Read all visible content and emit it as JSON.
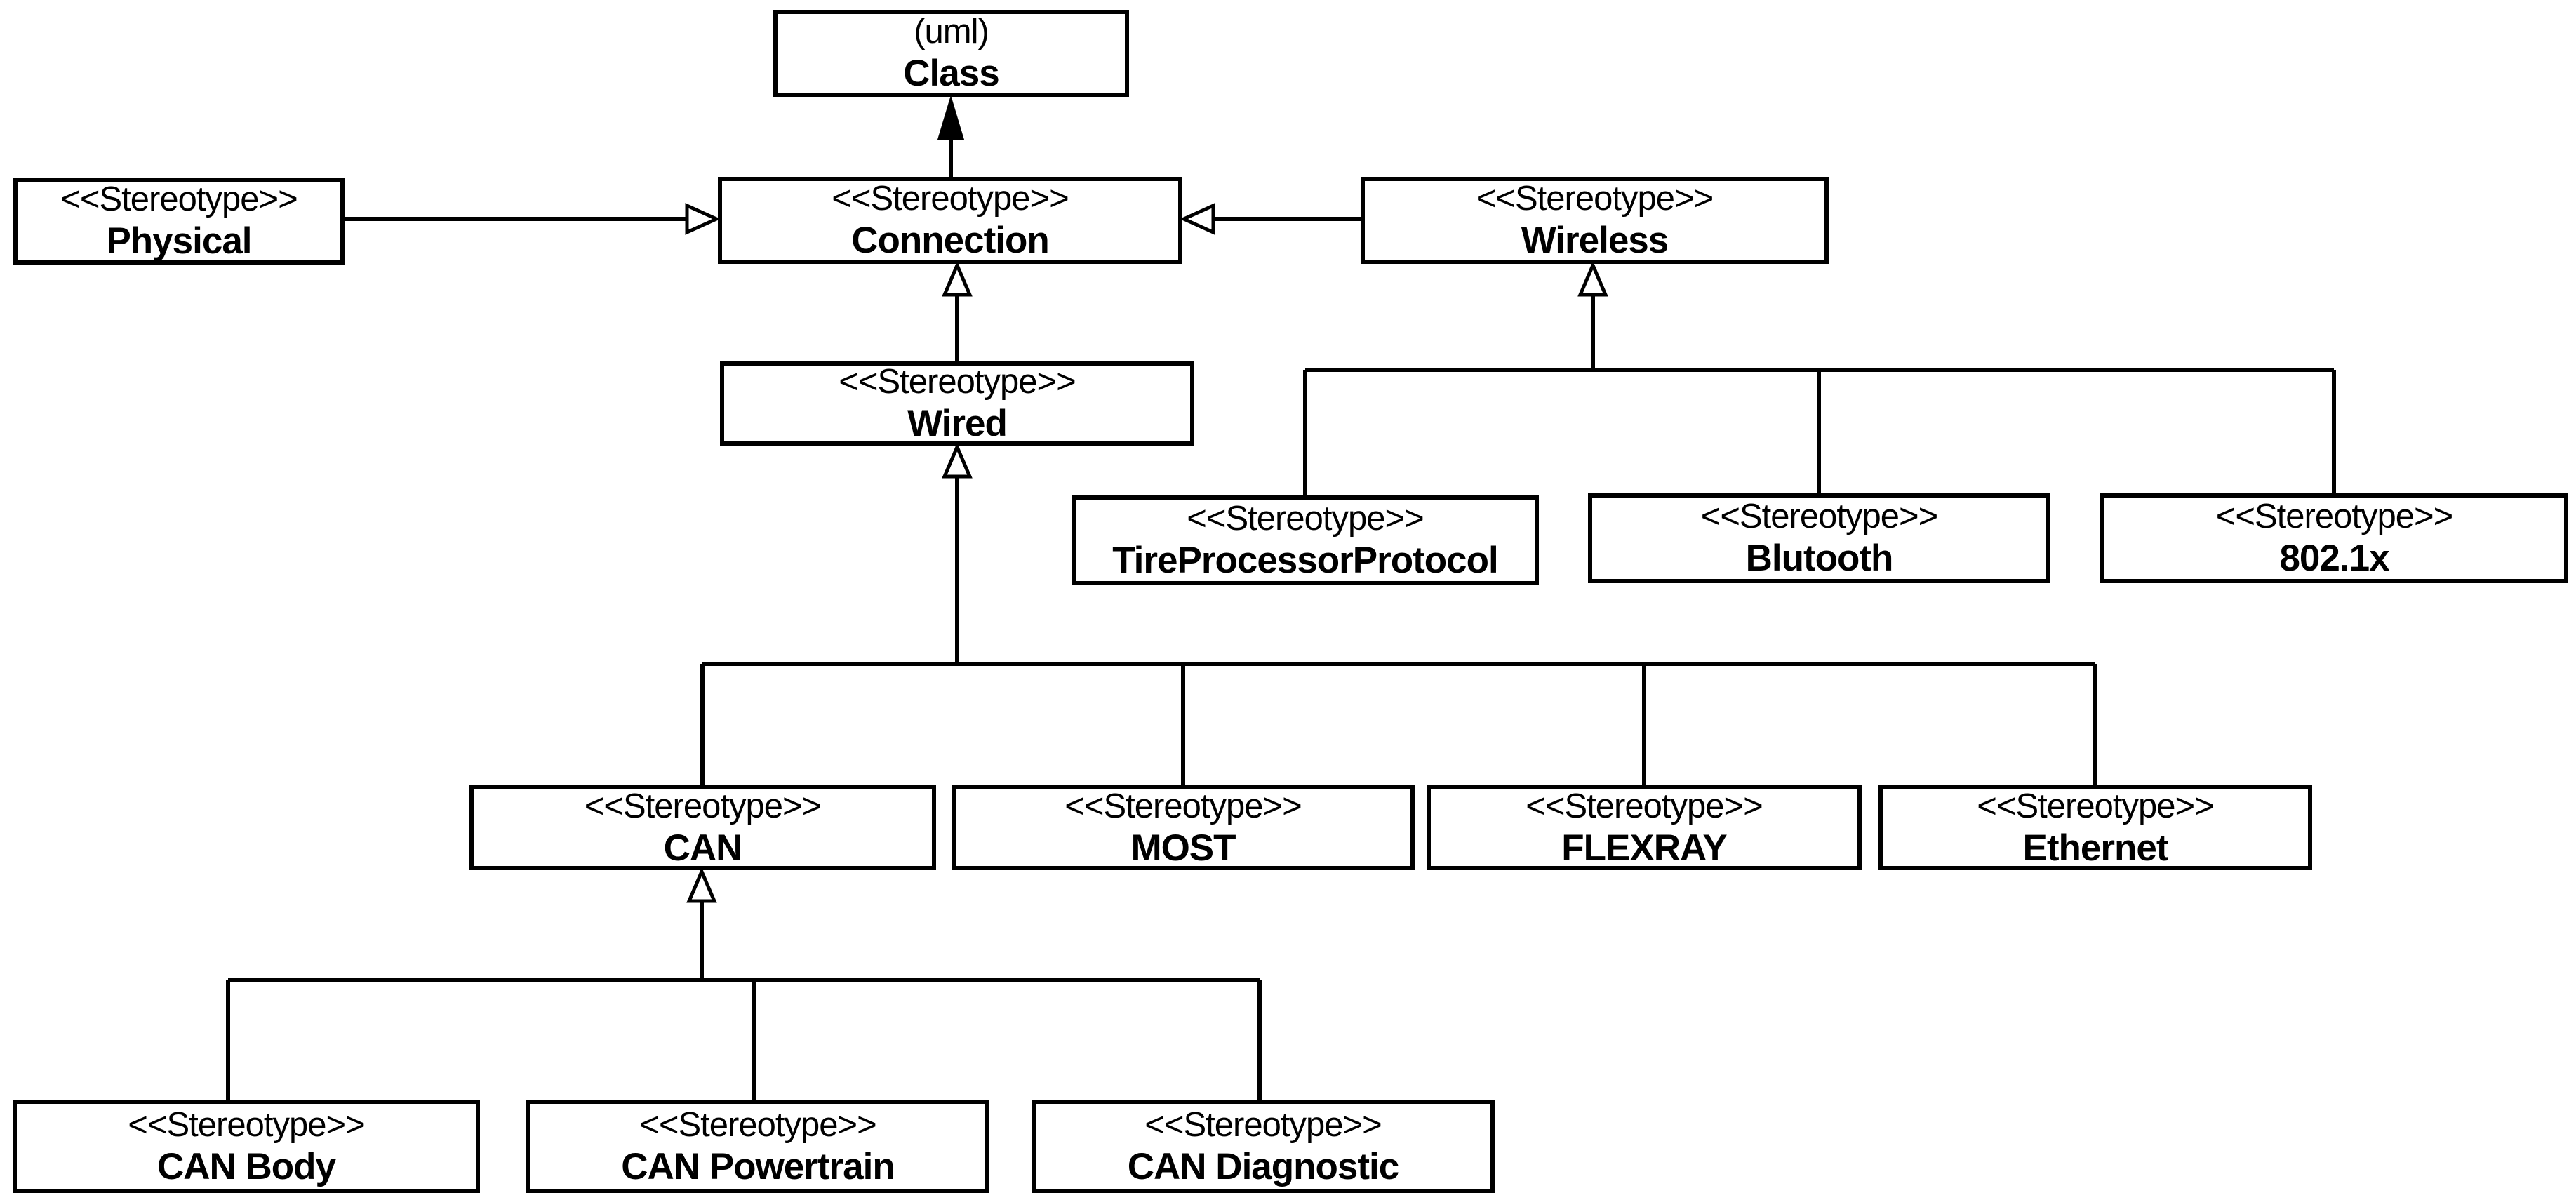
{
  "colors": {
    "stroke": "#000000",
    "node_fill": "#ffffff",
    "background": "#ffffff",
    "text": "#000000"
  },
  "nodes": {
    "class": {
      "tag": "(uml)",
      "name": "Class"
    },
    "connection": {
      "tag": "<<Stereotype>>",
      "name": "Connection"
    },
    "physical": {
      "tag": "<<Stereotype>>",
      "name": "Physical"
    },
    "wireless": {
      "tag": "<<Stereotype>>",
      "name": "Wireless"
    },
    "wired": {
      "tag": "<<Stereotype>>",
      "name": "Wired"
    },
    "tireProcessorProtocol": {
      "tag": "<<Stereotype>>",
      "name": "TireProcessorProtocol"
    },
    "blutooth": {
      "tag": "<<Stereotype>>",
      "name": "Blutooth"
    },
    "ieee8021x": {
      "tag": "<<Stereotype>>",
      "name": "802.1x"
    },
    "can": {
      "tag": "<<Stereotype>>",
      "name": "CAN"
    },
    "most": {
      "tag": "<<Stereotype>>",
      "name": "MOST"
    },
    "flexray": {
      "tag": "<<Stereotype>>",
      "name": "FLEXRAY"
    },
    "ethernet": {
      "tag": "<<Stereotype>>",
      "name": "Ethernet"
    },
    "canBody": {
      "tag": "<<Stereotype>>",
      "name": "CAN Body"
    },
    "canPowertrain": {
      "tag": "<<Stereotype>>",
      "name": "CAN Powertrain"
    },
    "canDiagnostic": {
      "tag": "<<Stereotype>>",
      "name": "CAN Diagnostic"
    }
  },
  "edges": [
    {
      "from": "Connection",
      "to": "Class",
      "arrowhead": "filled-triangle"
    },
    {
      "from": "Physical",
      "to": "Connection",
      "arrowhead": "hollow-triangle"
    },
    {
      "from": "Wireless",
      "to": "Connection",
      "arrowhead": "hollow-triangle"
    },
    {
      "from": "Wired",
      "to": "Connection",
      "arrowhead": "hollow-triangle"
    },
    {
      "from": "TireProcessorProtocol",
      "to": "Wireless",
      "arrowhead": "hollow-triangle"
    },
    {
      "from": "Blutooth",
      "to": "Wireless",
      "arrowhead": "hollow-triangle"
    },
    {
      "from": "802.1x",
      "to": "Wireless",
      "arrowhead": "hollow-triangle"
    },
    {
      "from": "CAN",
      "to": "Wired",
      "arrowhead": "hollow-triangle"
    },
    {
      "from": "MOST",
      "to": "Wired",
      "arrowhead": "hollow-triangle"
    },
    {
      "from": "FLEXRAY",
      "to": "Wired",
      "arrowhead": "hollow-triangle"
    },
    {
      "from": "Ethernet",
      "to": "Wired",
      "arrowhead": "hollow-triangle"
    },
    {
      "from": "CAN Body",
      "to": "CAN",
      "arrowhead": "hollow-triangle"
    },
    {
      "from": "CAN Powertrain",
      "to": "CAN",
      "arrowhead": "hollow-triangle"
    },
    {
      "from": "CAN Diagnostic",
      "to": "CAN",
      "arrowhead": "hollow-triangle"
    }
  ]
}
